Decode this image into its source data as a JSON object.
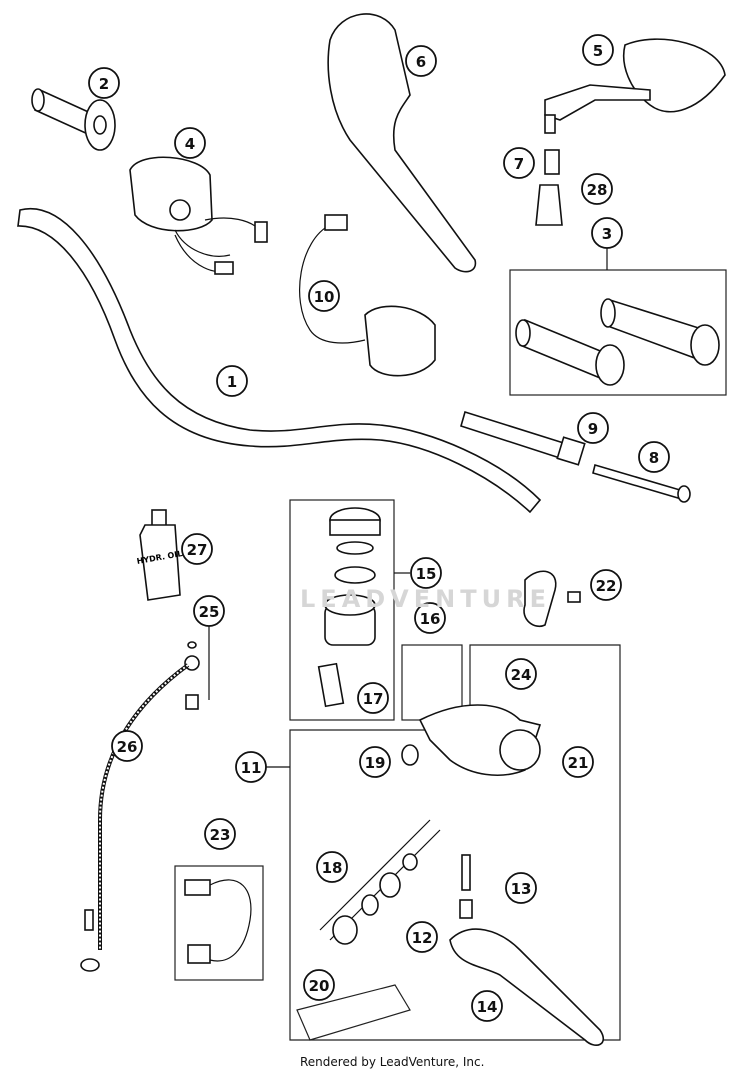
{
  "diagram": {
    "callouts": [
      "1",
      "2",
      "3",
      "4",
      "5",
      "6",
      "7",
      "8",
      "9",
      "10",
      "11",
      "12",
      "13",
      "14",
      "15",
      "16",
      "17",
      "18",
      "19",
      "20",
      "21",
      "22",
      "23",
      "24",
      "25",
      "26",
      "27",
      "28"
    ],
    "bottle_label": "HYDR. OIL",
    "watermark": "LEADVENTURE",
    "footer": "Rendered by LeadVenture, Inc."
  }
}
